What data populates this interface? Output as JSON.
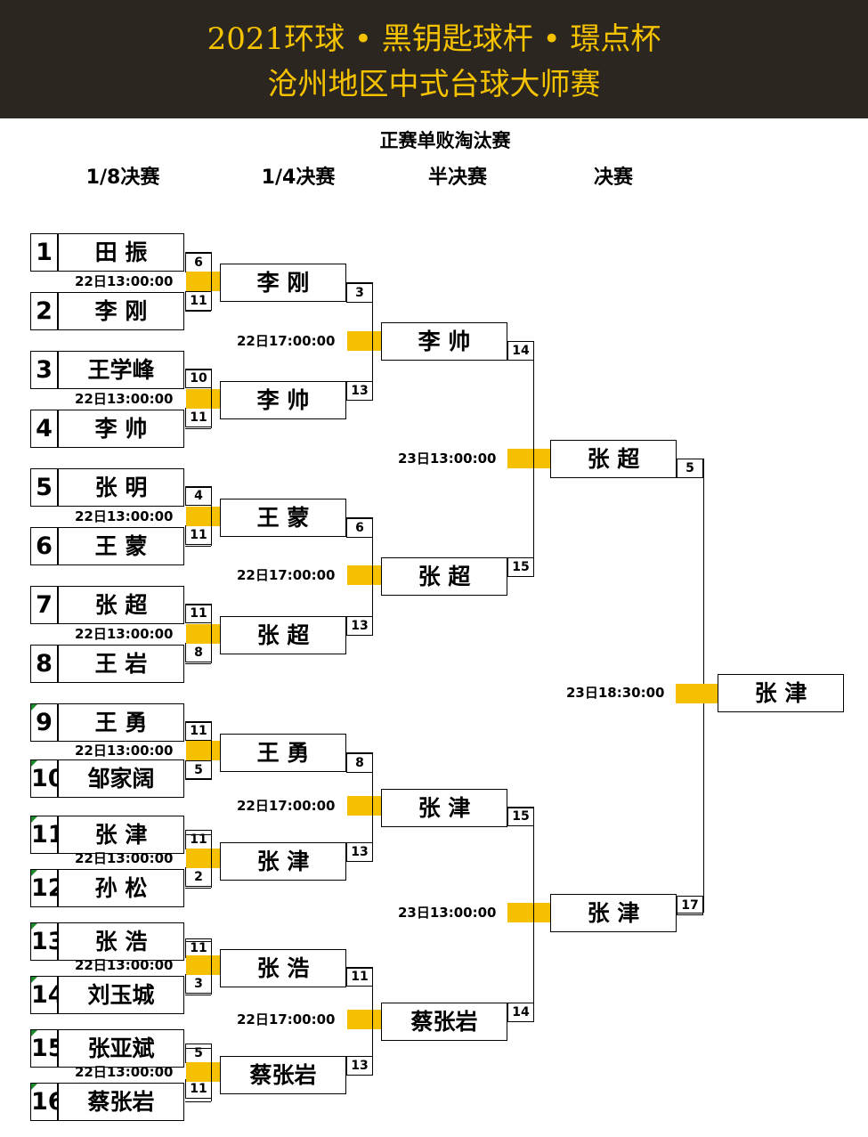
{
  "header": {
    "line1": "2021环球 • 黑钥匙球杆 • 璟点杯",
    "line2": "沧州地区中式台球大师赛"
  },
  "subtitle": "正赛单败淘汰赛",
  "rounds": [
    "1/8决赛",
    "1/4决赛",
    "半决赛",
    "决赛"
  ],
  "colors": {
    "header_bg": "#2b2620",
    "header_text": "#f5c200",
    "accent_bar": "#f5c000",
    "flag": "#1a8a2a"
  },
  "r16": [
    {
      "seed": "1",
      "name": "田  振",
      "score": "6"
    },
    {
      "seed": "2",
      "name": "李  刚",
      "score": "11"
    },
    {
      "seed": "3",
      "name": "王学峰",
      "score": "10"
    },
    {
      "seed": "4",
      "name": "李  帅",
      "score": "11"
    },
    {
      "seed": "5",
      "name": "张  明",
      "score": "4"
    },
    {
      "seed": "6",
      "name": "王  蒙",
      "score": "11"
    },
    {
      "seed": "7",
      "name": "张  超",
      "score": "11"
    },
    {
      "seed": "8",
      "name": "王  岩",
      "score": "8"
    },
    {
      "seed": "9",
      "name": "王  勇",
      "score": "11"
    },
    {
      "seed": "10",
      "name": "邹家阔",
      "score": "5"
    },
    {
      "seed": "11",
      "name": "张  津",
      "score": "11"
    },
    {
      "seed": "12",
      "name": "孙  松",
      "score": "2"
    },
    {
      "seed": "13",
      "name": "张  浩",
      "score": "11"
    },
    {
      "seed": "14",
      "name": "刘玉城",
      "score": "3"
    },
    {
      "seed": "15",
      "name": "张亚斌",
      "score": "5"
    },
    {
      "seed": "16",
      "name": "蔡张岩",
      "score": "11"
    }
  ],
  "r16_time": "22日13:00:00",
  "qf": [
    {
      "name": "李  刚",
      "score": "3"
    },
    {
      "name": "李  帅",
      "score": "13"
    },
    {
      "name": "王  蒙",
      "score": "6"
    },
    {
      "name": "张  超",
      "score": "13"
    },
    {
      "name": "王  勇",
      "score": "8"
    },
    {
      "name": "张  津",
      "score": "13"
    },
    {
      "name": "张  浩",
      "score": "11"
    },
    {
      "name": "蔡张岩",
      "score": "13"
    }
  ],
  "qf_time": "22日17:00:00",
  "sf": [
    {
      "name": "李  帅",
      "score": "14"
    },
    {
      "name": "张  超",
      "score": "15"
    },
    {
      "name": "张  津",
      "score": "15"
    },
    {
      "name": "蔡张岩",
      "score": "14"
    }
  ],
  "sf_time": "23日13:00:00",
  "final": [
    {
      "name": "张  超",
      "score": "5"
    },
    {
      "name": "张  津",
      "score": "17"
    }
  ],
  "final_time": "23日18:30:00",
  "champion": "张  津"
}
